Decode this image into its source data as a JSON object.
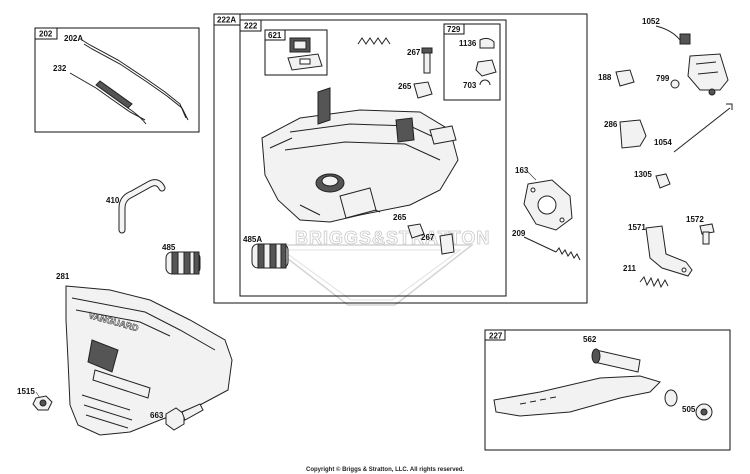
{
  "boxes": {
    "b202": "202",
    "b222A": "222A",
    "b222": "222",
    "b621": "621",
    "b729": "729",
    "b227": "227"
  },
  "labels": {
    "l202A": "202A",
    "l232": "232",
    "l410": "410",
    "l485": "485",
    "l281": "281",
    "l1515": "1515",
    "l663": "663",
    "l267a": "267",
    "l1136": "1136",
    "l703": "703",
    "l265a": "265",
    "l265b": "265",
    "l267b": "267",
    "l485A": "485A",
    "l163": "163",
    "l209": "209",
    "l1052": "1052",
    "l188": "188",
    "l799": "799",
    "l286": "286",
    "l1054": "1054",
    "l1305": "1305",
    "l1571": "1571",
    "l1572": "1572",
    "l211": "211",
    "l562": "562",
    "l505": "505"
  },
  "watermark": "BRIGGS&STRATTON",
  "copyright": "Copyright © Briggs & Stratton, LLC. All rights reserved."
}
